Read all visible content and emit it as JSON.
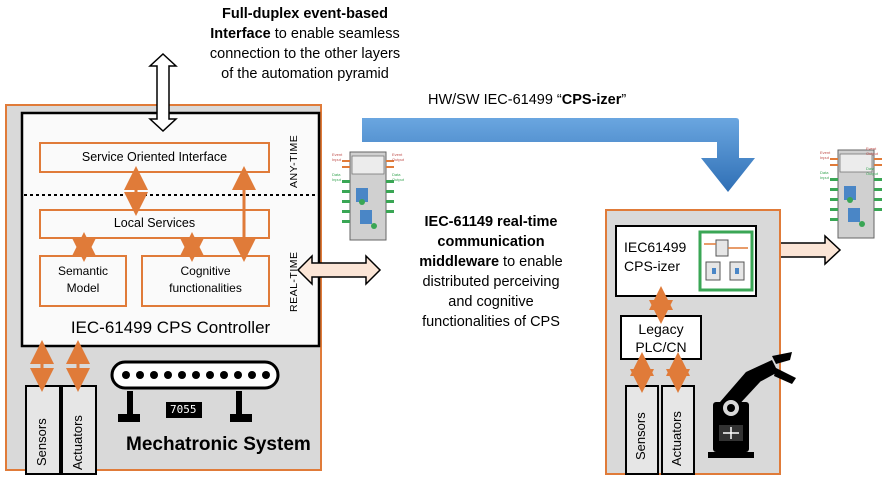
{
  "top_note": {
    "line1_bold": "Full-duplex event-based",
    "line2_bold": "Interface",
    "line2_rest": " to enable seamless",
    "line3": "connection to the other layers",
    "line4": "of the automation pyramid"
  },
  "cps_izer_arrow": {
    "prefix": "HW/SW IEC-61499 “",
    "bold": "CPS-izer",
    "suffix": "”"
  },
  "middleware_note": {
    "line1_bold": "IEC-61149 real-time",
    "line2_bold": "communication",
    "line3_bold": "middleware",
    "line3_rest": " to enable",
    "line4": "distributed perceiving",
    "line5": "and cognitive",
    "line6": "functionalities of CPS"
  },
  "left_system": {
    "service_interface": "Service Oriented Interface",
    "any_time": "ANY-TIME",
    "real_time": "REAL-TIME",
    "local_services": "Local Services",
    "semantic_line1": "Semantic",
    "semantic_line2": "Model",
    "cognitive_line1": "Cognitive",
    "cognitive_line2": "functionalities",
    "controller_label": "IEC-61499 CPS Controller",
    "sensors": "Sensors",
    "actuators": "Actuators",
    "mechatronic_label": "Mechatronic System",
    "conveyor_display": "7055"
  },
  "right_system": {
    "izer_line1": "IEC61499",
    "izer_line2": "CPS-izer",
    "legacy_line1": "Legacy",
    "legacy_line2": "PLC/CN",
    "sensors": "Sensors",
    "actuators": "Actuators"
  },
  "fb_block_labels": {
    "event_in": "Event Input",
    "event_out": "Event Output",
    "data_in": "Data Input",
    "data_out": "Data Output"
  },
  "colors": {
    "orange": "#e07b39",
    "system_fill": "#d9d9d9",
    "arrow_fill": "#fbe5d6",
    "blue": "#4a86c6",
    "green": "#3aa655"
  }
}
